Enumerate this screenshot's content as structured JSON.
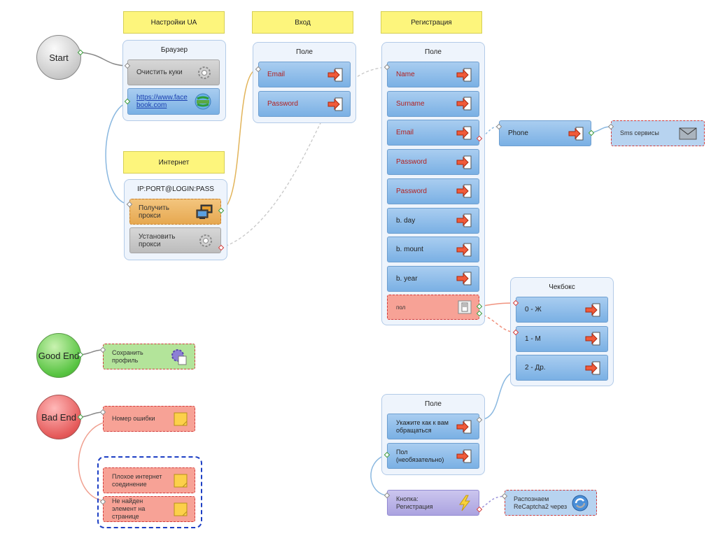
{
  "sections": {
    "ua_settings": "Настройки UA",
    "login": "Вход",
    "registration": "Регистрация",
    "internet": "Интернет"
  },
  "circles": {
    "start": "Start",
    "good_end": "Good End",
    "bad_end": "Bad End"
  },
  "browser": {
    "title": "Браузер",
    "clear_cookies": "Очистить куки",
    "url": "https://www.facebook.com"
  },
  "proxy": {
    "title": "IP:PORT@LOGIN:PASS",
    "get": "Получить прокси",
    "set": "Установить прокси"
  },
  "login_fields": {
    "title": "Поле",
    "email": "Email",
    "password": "Password"
  },
  "reg_fields": {
    "title": "Поле",
    "items": [
      "Name",
      "Surname",
      "Email",
      "Password",
      "Password",
      "b. day",
      "b. mount",
      "b. year"
    ],
    "gender": "пол"
  },
  "phone": {
    "label": "Phone",
    "sms": "Sms сервисы"
  },
  "checkbox": {
    "title": "Чекбокс",
    "items": [
      "0 - Ж",
      "1 - М",
      "2 - Др."
    ]
  },
  "field2": {
    "title": "Поле",
    "address": "Укажите как к вам обращаться",
    "gender_optional": "Пол (необязательно)"
  },
  "button": {
    "label": "Кнопка: Регистрация",
    "recaptcha": "Распознаем ReCaptcha2 через"
  },
  "good": {
    "save": "Сохранить профиль"
  },
  "bad": {
    "error_num": "Номер ошибки",
    "bad_internet": "Плохое интернет соединение",
    "not_found": "Не найден элемент на странице"
  },
  "colors": {
    "blue_node": "#7ab0e4",
    "orange_node": "#e6a850",
    "salmon_node": "#f7a296",
    "yellow_header": "#fdf57c",
    "violet_node": "#aba3e0"
  }
}
